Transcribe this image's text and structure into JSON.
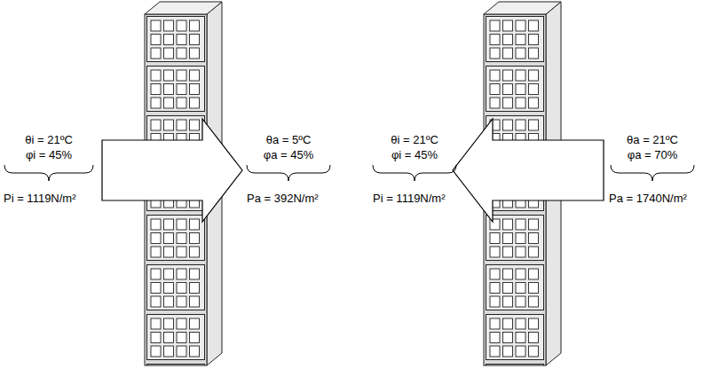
{
  "diagram": {
    "labels": [
      "θi = 21ºC",
      "φi = 45%",
      "Pi = 1119N/m²",
      "θa = 5ºC",
      "φa = 45%",
      "Pa = 392N/m²",
      "θi = 21ºC",
      "φi = 45%",
      "Pi = 1119N/m²",
      "θa = 21ºC",
      "φa = 70%",
      "Pa = 1740N/m²"
    ]
  }
}
